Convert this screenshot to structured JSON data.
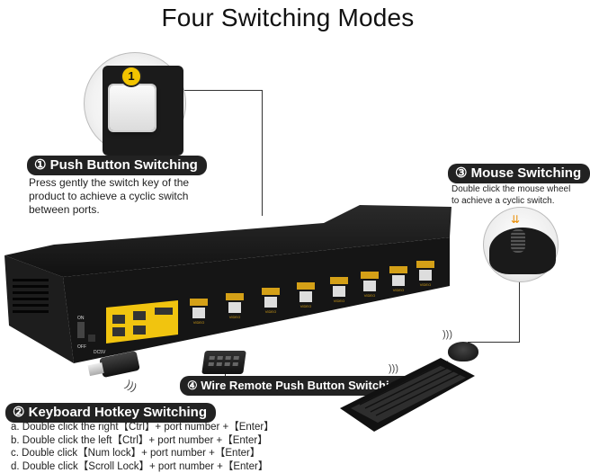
{
  "title": "Four Switching Modes",
  "modes": {
    "push_button": {
      "number_badge": "1",
      "label": "① Push Button Switching",
      "description_lines": [
        "Press gently the switch key of the",
        "product to achieve a cyclic switch",
        "between ports."
      ]
    },
    "mouse": {
      "label": "③ Mouse Switching",
      "description_lines": [
        "Double click the mouse wheel",
        "to achieve a cyclic switch."
      ]
    },
    "wire_remote": {
      "label": "④ Wire Remote Push Button Switching"
    },
    "keyboard": {
      "label": "② Keyboard Hotkey Switching",
      "lines": [
        "a. Double click the right【Ctrl】+ port number +【Enter】",
        "b. Double click the left【Ctrl】+ port number +【Enter】",
        "c. Double click【Num lock】+ port number +【Enter】",
        "d. Double click【Scroll Lock】+ port number +【Enter】"
      ]
    }
  },
  "device": {
    "left_labels": [
      "ON",
      "OFF",
      "DC5V"
    ],
    "port_label": "VIDEO",
    "port_count": 8
  }
}
